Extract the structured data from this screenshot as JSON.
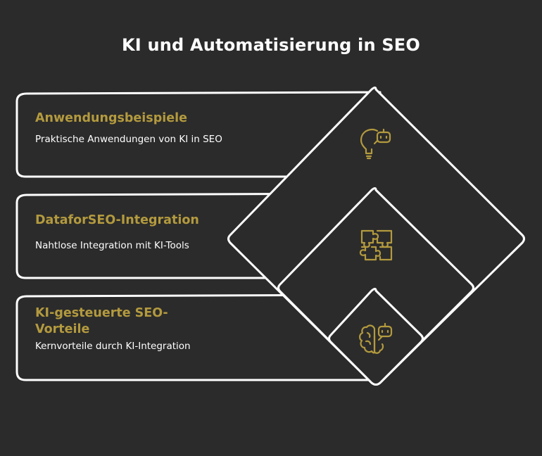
{
  "title": "KI und Automatisierung in SEO",
  "colors": {
    "background": "#2b2b2b",
    "outline": "#ffffff",
    "accent": "#b39a3e",
    "title": "#ffffff"
  },
  "cards": [
    {
      "heading": "Anwendungsbeispiele",
      "description": "Praktische Anwendungen von KI in SEO",
      "icon": "lightbulb-robot-icon"
    },
    {
      "heading": "DataforSEO-Integration",
      "description": "Nahtlose Integration mit KI-Tools",
      "icon": "puzzle-icon"
    },
    {
      "heading": "KI-gesteuerte SEO-Vorteile",
      "description": "Kernvorteile durch KI-Integration",
      "icon": "brain-robot-icon"
    }
  ]
}
